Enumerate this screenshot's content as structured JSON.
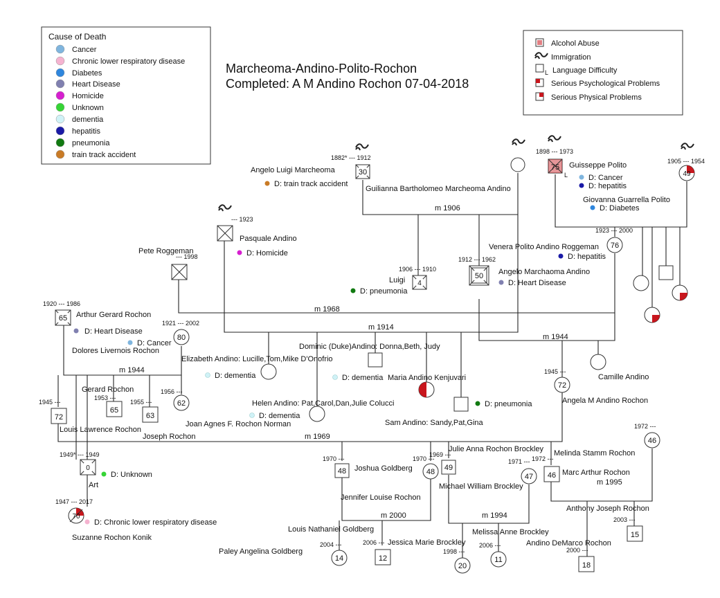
{
  "title": {
    "line1": "Marcheoma-Andino-Polito-Rochon",
    "line2": "Completed: A M Andino Rochon 07-04-2018"
  },
  "cause_legend": {
    "heading": "Cause of Death",
    "items": [
      {
        "label": "Cancer",
        "color": "#7fb5de"
      },
      {
        "label": "Chronic lower respiratory disease",
        "color": "#f5b3d0"
      },
      {
        "label": "Diabetes",
        "color": "#2f86dd"
      },
      {
        "label": "Heart Disease",
        "color": "#8080b0"
      },
      {
        "label": "Homicide",
        "color": "#d61fcf"
      },
      {
        "label": "Unknown",
        "color": "#36d436"
      },
      {
        "label": "dementia",
        "color": "#d0f2f7"
      },
      {
        "label": "hepatitis",
        "color": "#1a1aa6"
      },
      {
        "label": "pneumonia",
        "color": "#117a11"
      },
      {
        "label": "train track accident",
        "color": "#c97b26"
      }
    ]
  },
  "symbol_legend": {
    "items": [
      {
        "label": "Alcohol Abuse",
        "icon": "alcohol-abuse-icon"
      },
      {
        "label": "Immigration",
        "icon": "immigration-icon"
      },
      {
        "label": "Language Difficulty",
        "icon": "language-difficulty-icon"
      },
      {
        "label": "Serious Psychological Problems",
        "icon": "psychological-problems-icon"
      },
      {
        "label": "Serious Physical Problems",
        "icon": "physical-problems-icon"
      }
    ]
  },
  "colors": {
    "line": "#222222",
    "red": "#c8161d",
    "box_border": "#333333"
  },
  "people": [
    {
      "id": "angelo-luigi",
      "name": "Angelo Luigi Marcheoma",
      "cause": "D: train track accident",
      "cause_color": "#c97b26"
    },
    {
      "id": "guilianna",
      "name": "Guilianna Bartholomeo Marcheoma Andino",
      "shape": "square",
      "age": "30",
      "dates": "1882* --- 1912",
      "immigration": true
    },
    {
      "id": "guilianna-spouse",
      "shape": "circle",
      "immigration": true
    },
    {
      "id": "guisseppe",
      "name": "Guisseppe Polito",
      "shape": "square",
      "age": "75",
      "dates": "1898 --- 1973",
      "cause1": "D: Cancer",
      "cause1_color": "#7fb5de",
      "cause2": "D: hepatitis",
      "cause2_color": "#1a1aa6",
      "immigration": true
    },
    {
      "id": "giovanna",
      "name": "Giovanna Guarrella Polito",
      "shape": "circle",
      "age": "49",
      "dates": "1905 --- 1954",
      "cause": "D: Diabetes",
      "cause_color": "#2f86dd",
      "immigration": true
    },
    {
      "id": "pasquale",
      "name": "Pasquale Andino",
      "shape": "square",
      "dates": "--- 1923",
      "cause": "D: Homicide",
      "cause_color": "#d61fcf",
      "immigration": true
    },
    {
      "id": "pete",
      "name": "Pete Roggeman",
      "shape": "square",
      "dates": "--- 1998"
    },
    {
      "id": "luigi",
      "name": "Luigi",
      "shape": "square",
      "age": "4",
      "dates": "1906 --- 1910",
      "cause": "D: pneumonia",
      "cause_color": "#117a11"
    },
    {
      "id": "angelo-m",
      "name": "Angelo Marchaoma Andino",
      "shape": "square",
      "age": "50",
      "dates": "1912 --- 1962",
      "cause": "D: Heart Disease",
      "cause_color": "#8080b0"
    },
    {
      "id": "venera",
      "name": "Venera Polito Andino Roggeman",
      "shape": "circle",
      "age": "76",
      "dates": "1923 --- 2000",
      "cause": "D: hepatitis",
      "cause_color": "#1a1aa6"
    },
    {
      "id": "arthur",
      "name": "Arthur Gerard Rochon",
      "shape": "square",
      "age": "65",
      "dates": "1920 --- 1986",
      "cause": "D: Heart Disease",
      "cause_color": "#8080b0"
    },
    {
      "id": "dolores",
      "name": "Dolores Livernois Rochon",
      "shape": "circle",
      "age": "80",
      "dates": "1921 --- 2002",
      "cause": "D: Cancer",
      "cause_color": "#7fb5de"
    },
    {
      "id": "elizabeth",
      "name": "Elizabeth Andino: Lucille,Tom,Mike D'Onofrio",
      "cause": "D: dementia",
      "cause_color": "#d0f2f7"
    },
    {
      "id": "dominic",
      "name": "Dominic (Duke)Andino: Donna,Beth, Judy"
    },
    {
      "id": "maria",
      "name": "Maria Andino Kenjuvari",
      "cause": "D: dementia",
      "cause_color": "#d0f2f7"
    },
    {
      "id": "helen",
      "name": "Helen Andino: Pat,Carol,Dan,Julie Colucci",
      "cause": "D: dementia",
      "cause_color": "#d0f2f7"
    },
    {
      "id": "sam",
      "name": "Sam Andino:  Sandy,Pat,Gina",
      "cause": "D: pneumonia",
      "cause_color": "#117a11"
    },
    {
      "id": "camille",
      "name": "Camille Andino"
    },
    {
      "id": "angela",
      "name": "Angela M Andino Rochon",
      "age": "72",
      "dates": "1945 ---"
    },
    {
      "id": "gerard",
      "name": "Gerard Rochon",
      "age": "65",
      "dates": "1953 ---"
    },
    {
      "id": "louis-lawrence",
      "name": "Louis Lawrence Rochon",
      "age": "72",
      "dates": "1945 ---"
    },
    {
      "id": "joseph-r",
      "name": "Joseph Rochon",
      "age": "63",
      "dates": "1955 ---"
    },
    {
      "id": "joan",
      "name": "Joan Agnes F. Rochon Norman",
      "age": "62",
      "dates": "1956 ---"
    },
    {
      "id": "art",
      "name": "Art",
      "age": "0",
      "dates": "1949* --- 1949",
      "cause": "D: Unknown",
      "cause_color": "#36d436"
    },
    {
      "id": "suzanne",
      "name": "Suzanne Rochon Konik",
      "age": "70",
      "dates": "1947 --- 2017",
      "cause": "D: Chronic lower respiratory disease",
      "cause_color": "#f5b3d0"
    },
    {
      "id": "joshua",
      "name": "Joshua Goldberg",
      "age": "48",
      "dates": "1970 ---"
    },
    {
      "id": "jennifer",
      "name": "Jennifer Louise Rochon",
      "age": "48",
      "dates": "1970 ---"
    },
    {
      "id": "julie",
      "name": "Julie Anna Rochon Brockley",
      "age": "49",
      "dates": "1969 ---"
    },
    {
      "id": "michael",
      "name": "Michael William Brockley",
      "age": "47",
      "dates": "1971 ---"
    },
    {
      "id": "marc",
      "name": "Marc Arthur  Rochon",
      "age": "46",
      "dates": "1972 ---"
    },
    {
      "id": "melinda",
      "name": "Melinda Stamm Rochon",
      "age": "46",
      "dates": "1972 ---"
    },
    {
      "id": "louis-n",
      "name": "Louis Nathaniel Goldberg",
      "age": "14",
      "dates": "2004 ---"
    },
    {
      "id": "paley",
      "name": "Paley Angelina Goldberg"
    },
    {
      "id": "jessica",
      "name": "Jessica Marie Brockley",
      "age": "12",
      "dates": "2006 ---"
    },
    {
      "id": "melissa",
      "name": "Melissa Anne Brockley",
      "age": "20",
      "dates": "1998 ---"
    },
    {
      "id": "andino-d",
      "name": "Andino DeMarco Rochon",
      "age": "11",
      "dates": "2006 ---"
    },
    {
      "id": "anthony",
      "name": "Anthony  Joseph Rochon",
      "age": "15",
      "dates": "2003 ---"
    },
    {
      "id": "andino-d-son",
      "age": "18",
      "dates": "2000 ---"
    }
  ],
  "marriages": [
    {
      "label": "m 1906"
    },
    {
      "label": "m 1968"
    },
    {
      "label": "m 1914"
    },
    {
      "label": "m 1944"
    },
    {
      "label": "m 1944"
    },
    {
      "label": "m 1969"
    },
    {
      "label": "m 2000"
    },
    {
      "label": "m 1994"
    },
    {
      "label": "m 1995"
    }
  ]
}
